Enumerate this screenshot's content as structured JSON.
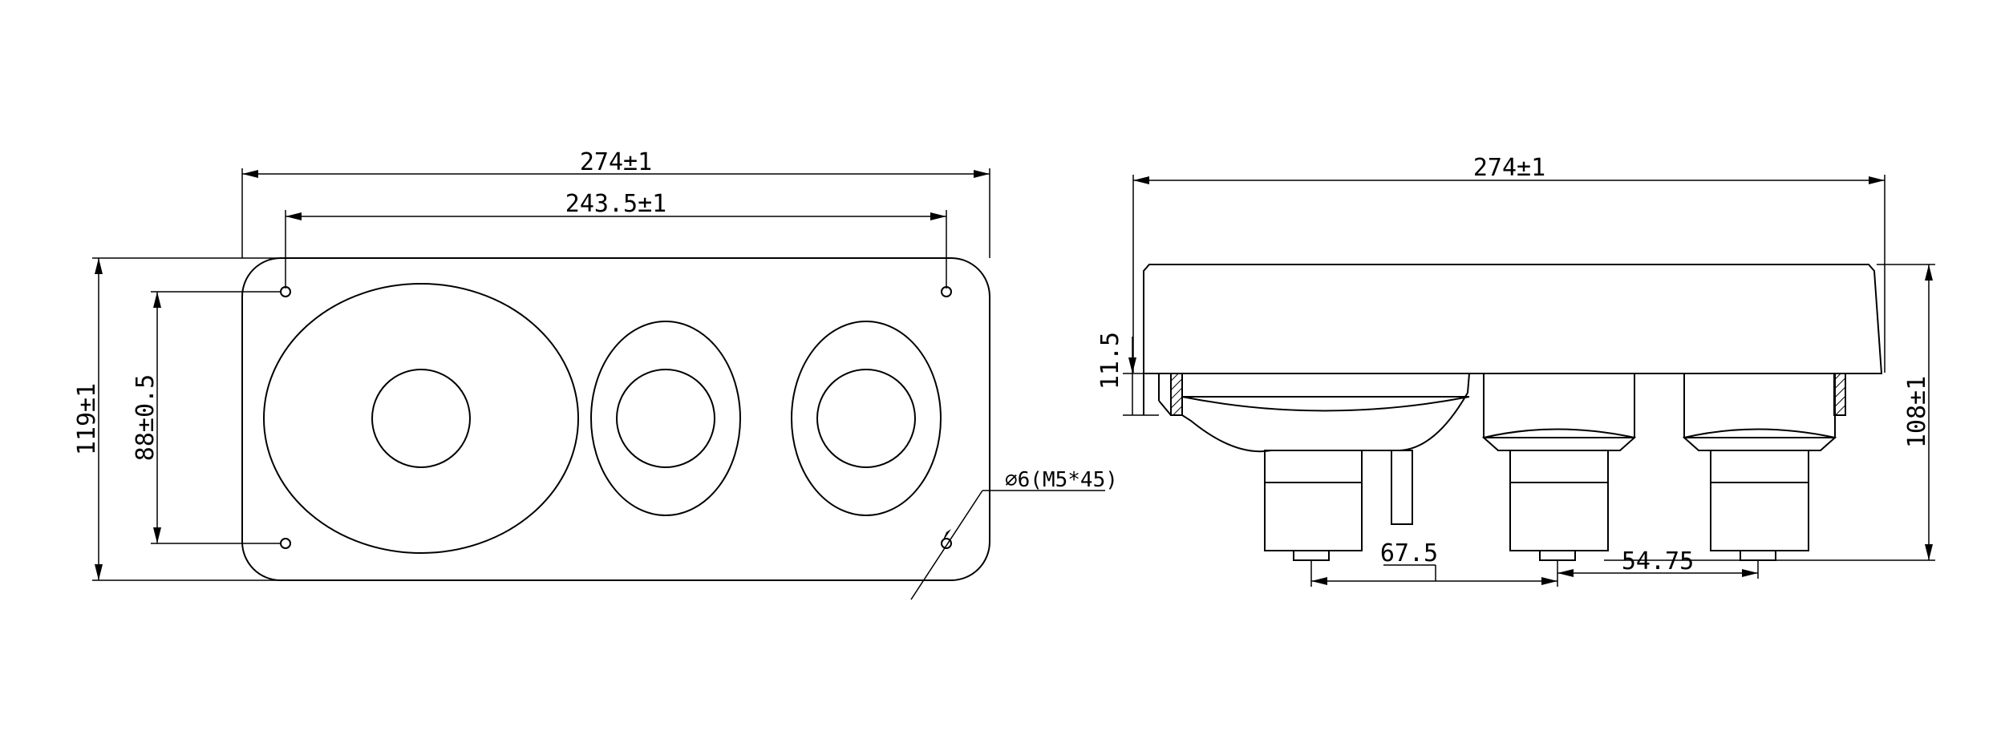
{
  "front_view": {
    "overall_width": "274±1",
    "hole_spacing_width": "243.5±1",
    "overall_height": "119±1",
    "hole_spacing_height": "88±0.5",
    "hole_callout": "⌀6(M5*45)"
  },
  "side_view": {
    "overall_width": "274±1",
    "flange_thickness": "11.5",
    "overall_height": "108±1",
    "terminal_spacing_1": "67.5",
    "terminal_spacing_2": "54.75"
  }
}
